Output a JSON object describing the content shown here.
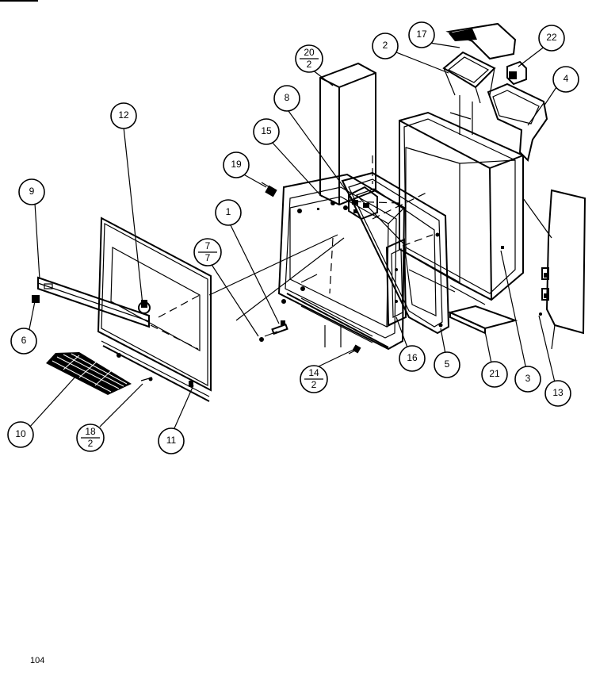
{
  "diagram": {
    "page_number": "104",
    "callouts": [
      {
        "id": "c1",
        "text": "1"
      },
      {
        "id": "c2",
        "text": "2"
      },
      {
        "id": "c3",
        "text": "3"
      },
      {
        "id": "c4",
        "text": "4"
      },
      {
        "id": "c5",
        "text": "5"
      },
      {
        "id": "c6",
        "text": "6"
      },
      {
        "id": "c7",
        "text": "7",
        "sub": "7"
      },
      {
        "id": "c8",
        "text": "8"
      },
      {
        "id": "c9",
        "text": "9"
      },
      {
        "id": "c10",
        "text": "10"
      },
      {
        "id": "c11",
        "text": "11"
      },
      {
        "id": "c12",
        "text": "12"
      },
      {
        "id": "c13",
        "text": "13"
      },
      {
        "id": "c14",
        "text": "14",
        "sub": "2"
      },
      {
        "id": "c15",
        "text": "15"
      },
      {
        "id": "c16",
        "text": "16"
      },
      {
        "id": "c17",
        "text": "17"
      },
      {
        "id": "c18",
        "text": "18",
        "sub": "2"
      },
      {
        "id": "c19",
        "text": "19"
      },
      {
        "id": "c20",
        "text": "20",
        "sub": "2"
      },
      {
        "id": "c21",
        "text": "21"
      },
      {
        "id": "c22",
        "text": "22"
      }
    ]
  }
}
